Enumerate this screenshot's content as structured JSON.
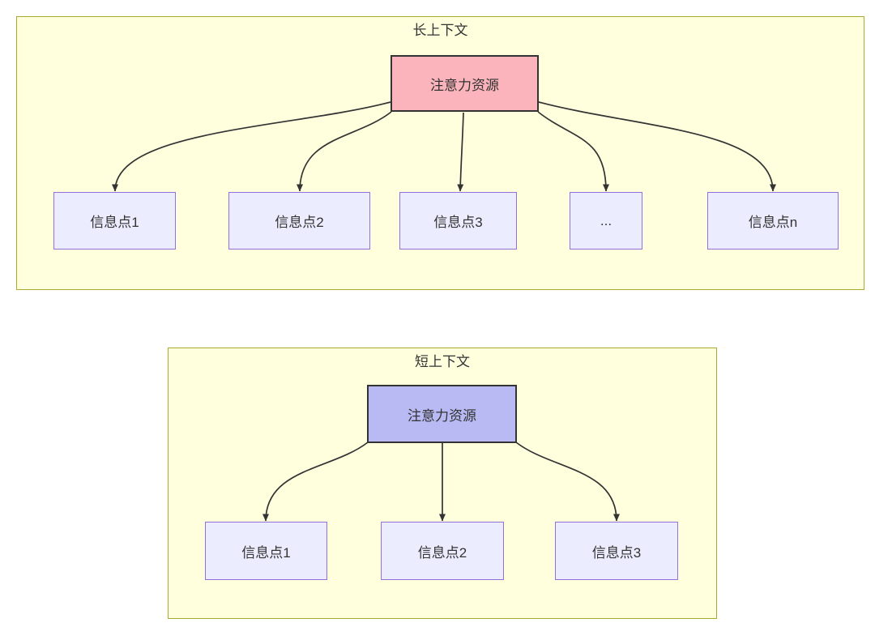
{
  "colors": {
    "panel_fill": "#ffffde",
    "panel_border": "#aaaa33",
    "node_fill": "#ececff",
    "node_border": "#9370db",
    "root_long_fill": "#fbb4bc",
    "root_short_fill": "#b9b9f3",
    "line_color": "#333333",
    "text_color": "#333333"
  },
  "panels": [
    {
      "title": "长上下文",
      "root_label": "注意力资源",
      "children": [
        {
          "label": "信息点1"
        },
        {
          "label": "信息点2"
        },
        {
          "label": "信息点3"
        },
        {
          "label": "..."
        },
        {
          "label": "信息点n"
        }
      ],
      "edges": [
        {
          "from": "注意力资源",
          "to": "信息点1"
        },
        {
          "from": "注意力资源",
          "to": "信息点2"
        },
        {
          "from": "注意力资源",
          "to": "信息点3"
        },
        {
          "from": "注意力资源",
          "to": "..."
        },
        {
          "from": "注意力资源",
          "to": "信息点n"
        }
      ]
    },
    {
      "title": "短上下文",
      "root_label": "注意力资源",
      "children": [
        {
          "label": "信息点1"
        },
        {
          "label": "信息点2"
        },
        {
          "label": "信息点3"
        }
      ],
      "edges": [
        {
          "from": "注意力资源",
          "to": "信息点1"
        },
        {
          "from": "注意力资源",
          "to": "信息点2"
        },
        {
          "from": "注意力资源",
          "to": "信息点3"
        }
      ]
    }
  ]
}
